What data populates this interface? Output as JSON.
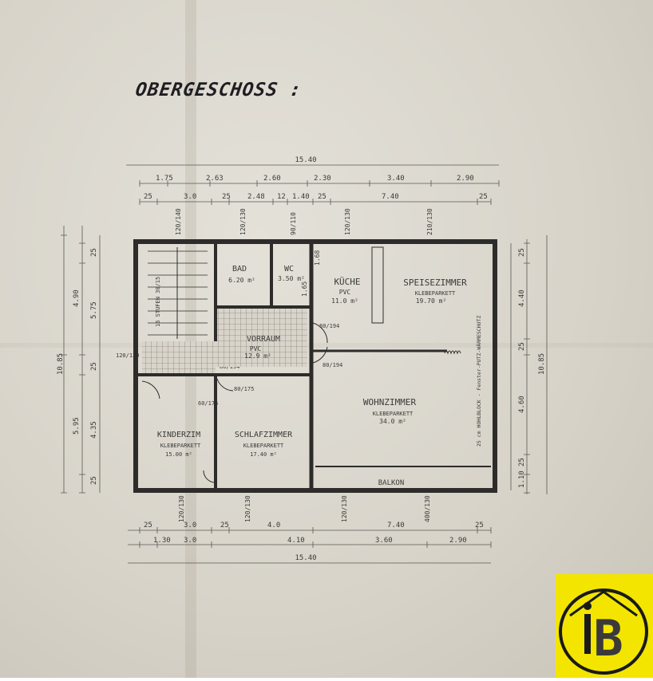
{
  "plan": {
    "title": "OBERGESCHOSS :",
    "rooms": [
      {
        "id": "bad",
        "name": "BAD",
        "area": "6.20 m²"
      },
      {
        "id": "wc",
        "name": "WC",
        "area": "3.50 m²"
      },
      {
        "id": "kueche",
        "name": "KÜCHE",
        "floor": "PVC",
        "area": "11.0 m²"
      },
      {
        "id": "speise",
        "name": "SPEISEZIMMER",
        "floor": "KLEBEPARKETT",
        "area": "19.70 m²"
      },
      {
        "id": "vorraum",
        "name": "VORRAUM",
        "floor": "PVC",
        "area": "12.9 m²"
      },
      {
        "id": "wohn",
        "name": "WOHNZIMMER",
        "floor": "KLEBEPARKETT",
        "area": "34.0 m²"
      },
      {
        "id": "kinder",
        "name": "KINDERZIM",
        "floor": "KLEBEPARKETT",
        "area": "15.00 m²"
      },
      {
        "id": "schlaf",
        "name": "SCHLAFZIMMER",
        "floor": "KLEBEPARKETT",
        "area": "17.40 m²"
      },
      {
        "id": "balkon",
        "name": "BALKON"
      }
    ],
    "stair_note": "16 STUFEN 30/15",
    "wall_note": "25 cm HOHLBLOCK - Fenster-PUTZ-WÄRMESCHUTZ",
    "dims": {
      "overall": "15.40",
      "top_row1": [
        "1.75",
        "2.63",
        "2.60",
        "2.30",
        "3.40",
        "2.90"
      ],
      "top_row2": [
        "25",
        "3.0",
        "25",
        "2.48",
        "12",
        "1.40",
        "25",
        "7.40",
        "25"
      ],
      "bottom_row1": [
        "25",
        "3.0",
        "25",
        "4.0",
        "7.40",
        "25"
      ],
      "bottom_row2": [
        "1.30",
        "3.0",
        "4.10",
        "3.60",
        "2.90"
      ],
      "left_outer": [
        "4.90",
        "5.95"
      ],
      "left_inner": [
        "25",
        "5.75",
        "25",
        "4.35",
        "25"
      ],
      "left_total": "10.85",
      "right_inner": [
        "25",
        "4.40",
        "25",
        "4.60",
        "25",
        "1.10"
      ],
      "right_total": "10.85",
      "openings_top": [
        "120/140",
        "120/130",
        "90/110",
        "120/130",
        "210/130"
      ],
      "openings_bottom": [
        "120/130",
        "120/130",
        "120/130",
        "400/130"
      ],
      "misc": [
        "80/194",
        "80/194",
        "80/194",
        "60/175",
        "80/175",
        "120/130",
        "1.65",
        "1.68"
      ]
    }
  },
  "logo": {
    "letter": "B",
    "bg": "#f3e500",
    "fg": "#1a1a1a"
  }
}
